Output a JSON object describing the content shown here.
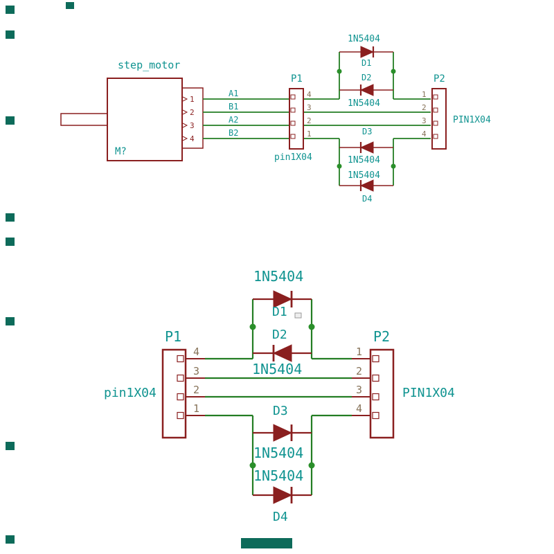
{
  "palette": {
    "background": "#ffffff",
    "component_red": "#8a1f1f",
    "wire_green": "#237d23",
    "junction_green": "#2a8f2a",
    "label_teal": "#0f9390",
    "pin_number_olive": "#867258",
    "artifact_teal": "#0d6b5a"
  },
  "top_schematic": {
    "motor": {
      "label": "step_motor",
      "designator": "M?",
      "pins": [
        "1",
        "2",
        "3",
        "4"
      ]
    },
    "net_labels": {
      "a1": "A1",
      "b1": "B1",
      "a2": "A2",
      "b2": "B2"
    },
    "p1": {
      "name": "P1",
      "value": "pin1X04",
      "pins": [
        "4",
        "3",
        "2",
        "1"
      ]
    },
    "p2": {
      "name": "P2",
      "value": "PIN1X04",
      "pins": [
        "1",
        "2",
        "3",
        "4"
      ]
    },
    "d1": {
      "ref": "D1",
      "value": "1N5404"
    },
    "d2": {
      "ref": "D2",
      "value": "1N5404"
    },
    "d3": {
      "ref": "D3",
      "value": "1N5404"
    },
    "d4": {
      "ref": "D4",
      "value": "1N5404"
    }
  },
  "bottom_schematic": {
    "p1": {
      "name": "P1",
      "value": "pin1X04",
      "pins": [
        "4",
        "3",
        "2",
        "1"
      ]
    },
    "p2": {
      "name": "P2",
      "value": "PIN1X04",
      "pins": [
        "1",
        "2",
        "3",
        "4"
      ]
    },
    "d1": {
      "ref": "D1",
      "value": "1N5404"
    },
    "d2": {
      "ref": "D2",
      "value": "1N5404"
    },
    "d3": {
      "ref": "D3",
      "value": "1N5404"
    },
    "d4": {
      "ref": "D4",
      "value": "1N5404"
    }
  }
}
